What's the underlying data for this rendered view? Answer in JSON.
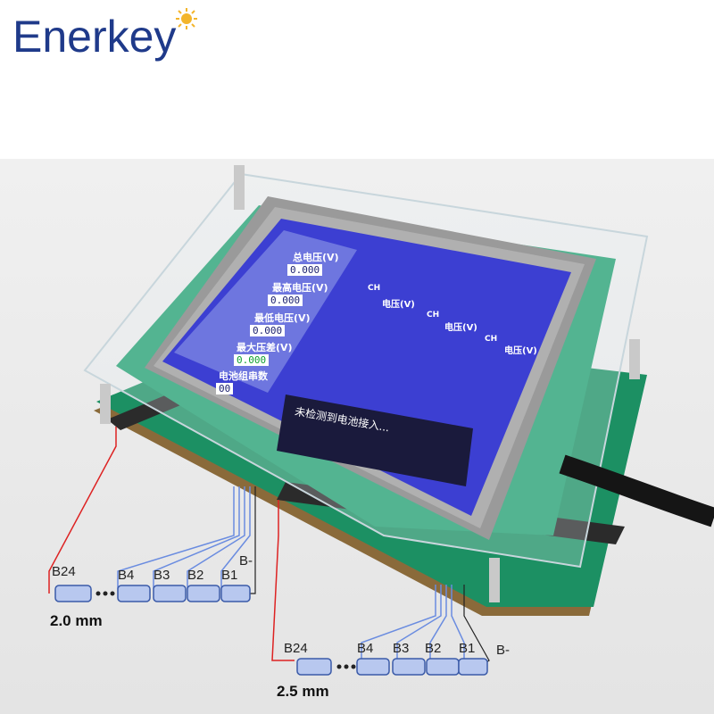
{
  "brand": {
    "name": "Enerkey"
  },
  "lcd": {
    "fields": [
      {
        "label": "总电压(V)",
        "value": "0.000"
      },
      {
        "label": "最高电压(V)",
        "value": "0.000"
      },
      {
        "label": "最低电压(V)",
        "value": "0.000"
      },
      {
        "label": "最大压差(V)",
        "value": "0.000"
      },
      {
        "label": "电池组串数",
        "value": "00"
      }
    ],
    "col_header": "CH",
    "voltage_header": "电压(V)",
    "status": "未检测到电池接入..."
  },
  "diagram_a": {
    "pitch": "2.0 mm",
    "cells": [
      "B24",
      "B4",
      "B3",
      "B2",
      "B1"
    ],
    "neg": "B-"
  },
  "diagram_b": {
    "pitch": "2.5 mm",
    "cells": [
      "B24",
      "B4",
      "B3",
      "B2",
      "B1"
    ],
    "neg": "B-"
  },
  "colors": {
    "brand": "#1f3a8a",
    "pcb": "#1f9a6a",
    "lcd": "#3b3fd0",
    "cell": "#b8c8ef"
  }
}
